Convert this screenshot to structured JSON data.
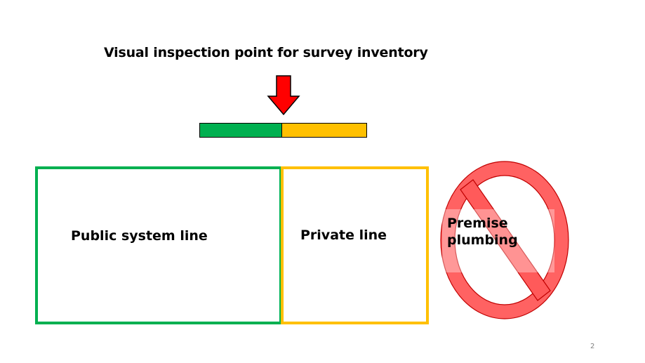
{
  "slide": {
    "title": "Visual inspection point for survey inventory",
    "public_label": "Public system line",
    "private_label": "Private line",
    "premise_label_line1": "Premise",
    "premise_label_line2": "plumbing",
    "page_number": "2"
  },
  "colors": {
    "public": "#00b050",
    "private": "#ffc000",
    "arrow": "#ff0000",
    "no_sign": "#ff5050"
  },
  "icons": {
    "arrow": "down-arrow-icon",
    "prohibition": "no-sign-icon"
  }
}
